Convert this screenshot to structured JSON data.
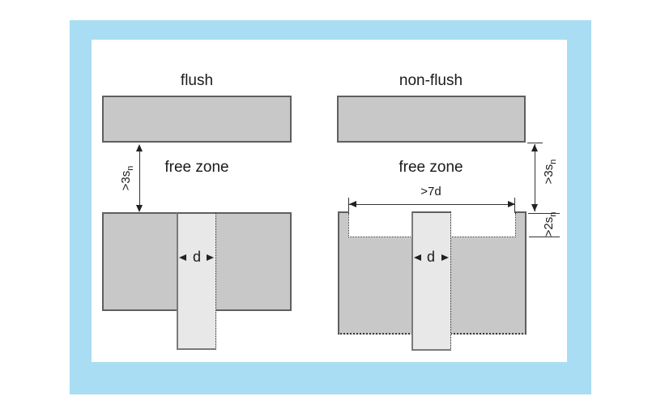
{
  "frame": {
    "border_color": "#a9ddf3",
    "background": "#ffffff"
  },
  "colors": {
    "metal_fill": "#c8c8c8",
    "metal_border": "#5f5f5f",
    "sensor_fill": "#e8e8e8",
    "dimension_line": "#333333",
    "text": "#1a1a1a"
  },
  "panels": [
    {
      "id": "flush",
      "title": "flush",
      "free_zone_label": "free zone",
      "clearance_label": {
        "text": ">3s",
        "sub": "n"
      },
      "diameter_label": "d"
    },
    {
      "id": "non_flush",
      "title": "non-flush",
      "free_zone_label": "free zone",
      "clearance_label": {
        "text": ">3s",
        "sub": "n"
      },
      "recess_depth_label": {
        "text": ">2s",
        "sub": "n"
      },
      "recess_width_label": ">7d",
      "diameter_label": "d"
    }
  ]
}
